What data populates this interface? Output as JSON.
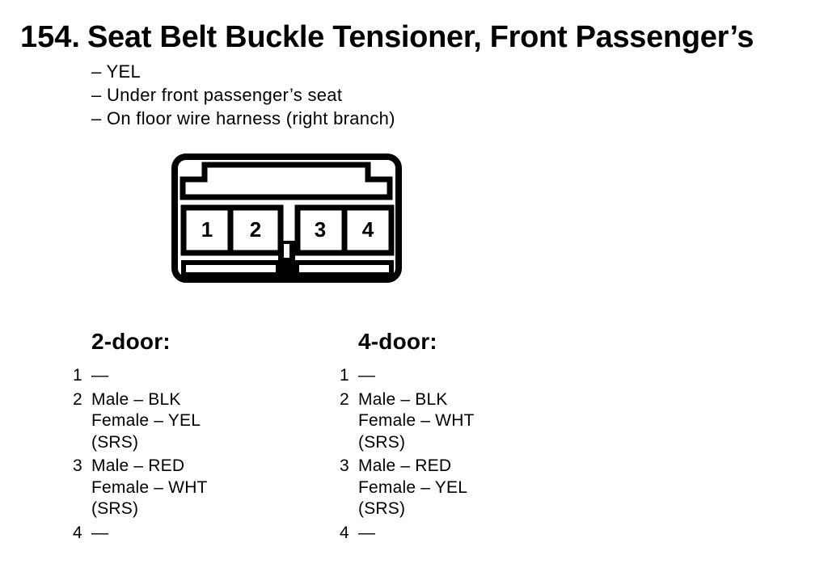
{
  "page": {
    "item_number": "154.",
    "title": "Seat Belt Buckle Tensioner, Front Passenger’s",
    "notes": [
      "– YEL",
      "– Under front passenger’s seat",
      "– On floor wire harness (right branch)"
    ]
  },
  "connector": {
    "pins": [
      "1",
      "2",
      "3",
      "4"
    ]
  },
  "columns": [
    {
      "heading": "2-door:",
      "entries": [
        {
          "pin": "1",
          "lines": [
            "—"
          ]
        },
        {
          "pin": "2",
          "lines": [
            "Male – BLK",
            "Female – YEL",
            "(SRS)"
          ]
        },
        {
          "pin": "3",
          "lines": [
            "Male – RED",
            "Female – WHT",
            "(SRS)"
          ]
        },
        {
          "pin": "4",
          "lines": [
            "—"
          ]
        }
      ]
    },
    {
      "heading": "4-door:",
      "entries": [
        {
          "pin": "1",
          "lines": [
            "—"
          ]
        },
        {
          "pin": "2",
          "lines": [
            "Male – BLK",
            "Female – WHT",
            "(SRS)"
          ]
        },
        {
          "pin": "3",
          "lines": [
            "Male – RED",
            "Female – YEL",
            "(SRS)"
          ]
        },
        {
          "pin": "4",
          "lines": [
            "—"
          ]
        }
      ]
    }
  ],
  "colors": {
    "ink": "#000000",
    "background": "#ffffff"
  }
}
